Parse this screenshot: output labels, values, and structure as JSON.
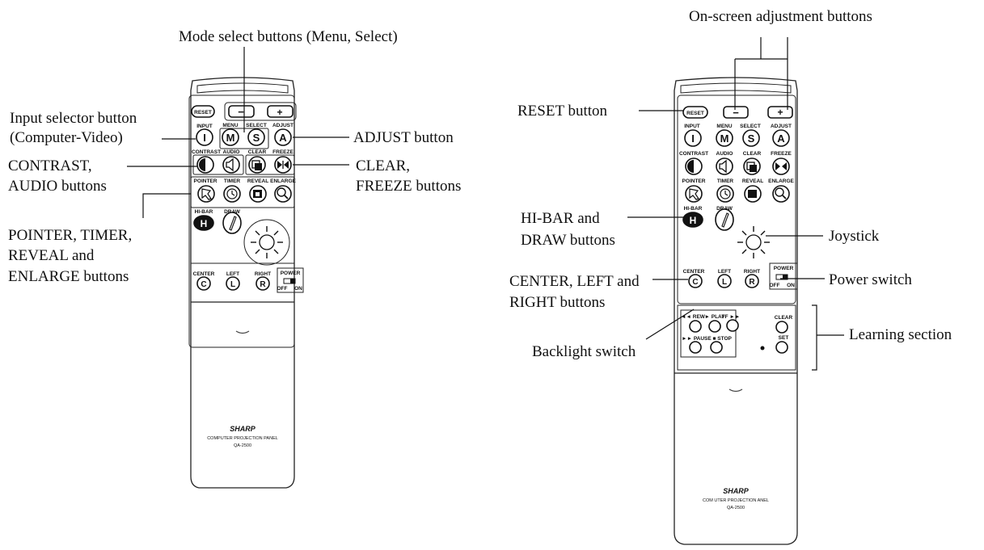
{
  "diagram": {
    "left_remote": {
      "callouts": {
        "mode_select": "Mode select buttons (Menu, Select)",
        "input_selector_1": "Input selector button",
        "input_selector_2": "(Computer-Video)",
        "adjust": "ADJUST button",
        "contrast_1": "CONTRAST,",
        "contrast_2": "AUDIO buttons",
        "clear_1": "CLEAR,",
        "clear_2": "FREEZE buttons",
        "pointer_1": "POINTER, TIMER,",
        "pointer_2": "REVEAL and",
        "pointer_3": "ENLARGE buttons"
      },
      "brand": "SHARP",
      "model_line": "COMPUTER PROJECTION PANEL",
      "model_number": "QA-2500"
    },
    "right_remote": {
      "callouts": {
        "onscreen": "On-screen adjustment buttons",
        "reset": "RESET button",
        "hibar_1": "HI-BAR and",
        "hibar_2": "DRAW buttons",
        "joystick": "Joystick",
        "center_1": "CENTER, LEFT and",
        "center_2": "RIGHT buttons",
        "power": "Power  switch",
        "backlight": "Backlight switch",
        "learning": "Learning section"
      },
      "brand": "SHARP",
      "model_line": "COM UTER PROJECTION ANEL",
      "model_number": "QA-2500"
    },
    "remote_labels": {
      "reset": "RESET",
      "minus": "−",
      "plus": "+",
      "input": "INPUT",
      "menu": "MENU",
      "select": "SELECT",
      "adjust": "ADJUST",
      "i": "I",
      "m": "M",
      "s": "S",
      "a": "A",
      "contrast": "CONTRAST",
      "audio": "AUDIO",
      "clear": "CLEAR",
      "freeze": "FREEZE",
      "pointer": "POINTER",
      "timer": "TIMER",
      "reveal": "REVEAL",
      "enlarge": "ENLARGE",
      "hibar": "HI-BAR",
      "draw": "DRAW",
      "h": "H",
      "center": "CENTER",
      "left": "LEFT",
      "right": "RIGHT",
      "c": "C",
      "l": "L",
      "r": "R",
      "power": "POWER",
      "off": "OFF",
      "on": "ON"
    },
    "learning_labels": {
      "rew": "◄◄ REW",
      "play": "► PLAY",
      "ff": "FF ►►",
      "clear": "CLEAR",
      "pause_stop": "►► PAUSE ■ STOP",
      "set": "SET"
    }
  }
}
